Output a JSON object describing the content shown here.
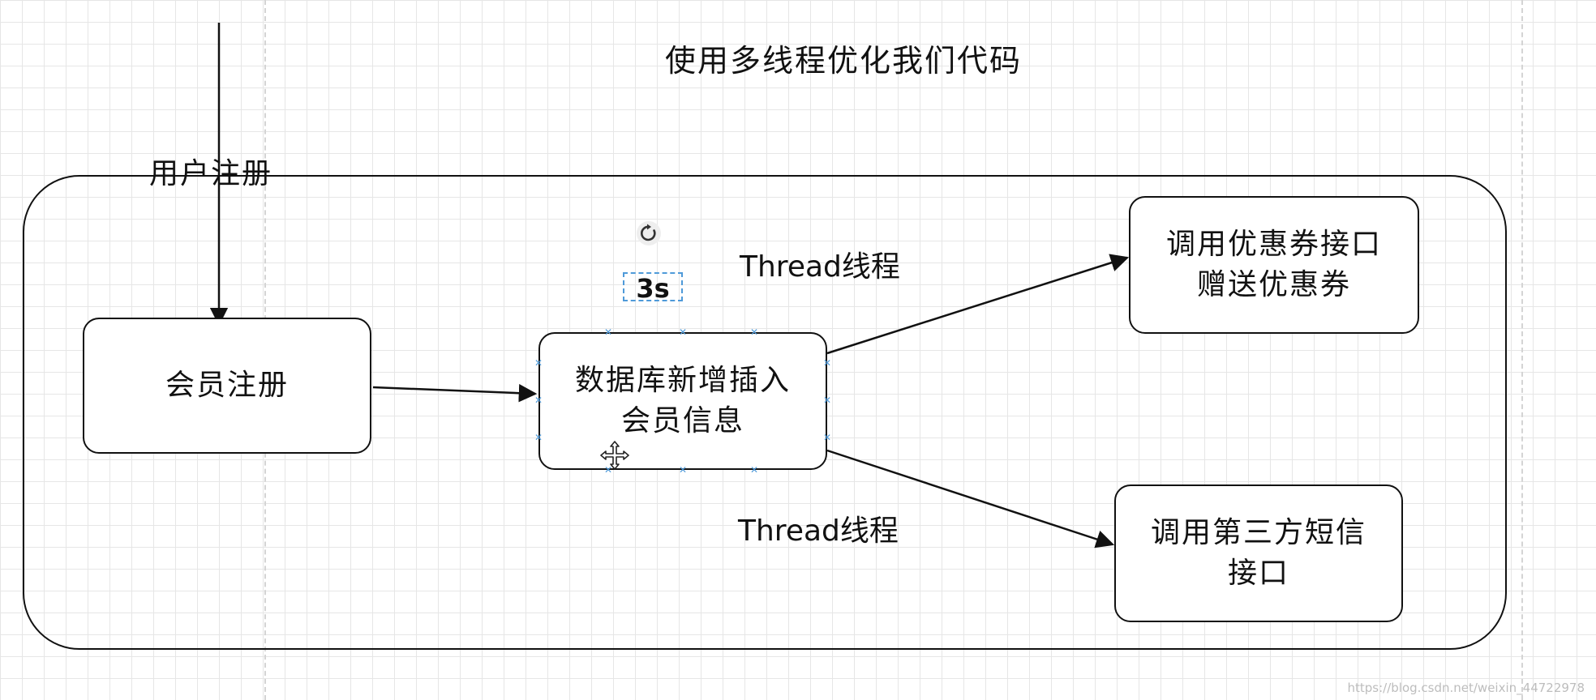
{
  "title": "使用多线程优化我们代码",
  "entry_label": "用户注册",
  "nodes": {
    "member_register": "会员注册",
    "db_insert": "数据库新增插入\n会员信息",
    "coupon_api": "调用优惠券接口\n赠送优惠券",
    "sms_api": "调用第三方短信\n接口"
  },
  "edges": {
    "thread_top": "Thread线程",
    "thread_bottom": "Thread线程"
  },
  "delay_label": "3s",
  "icons": {
    "rotate": "rotate-icon",
    "move": "move-icon",
    "selection_handle": "x-handle"
  },
  "colors": {
    "selection": "#4f9ad9",
    "stroke": "#111111"
  },
  "watermark": "https://blog.csdn.net/weixin_44722978"
}
